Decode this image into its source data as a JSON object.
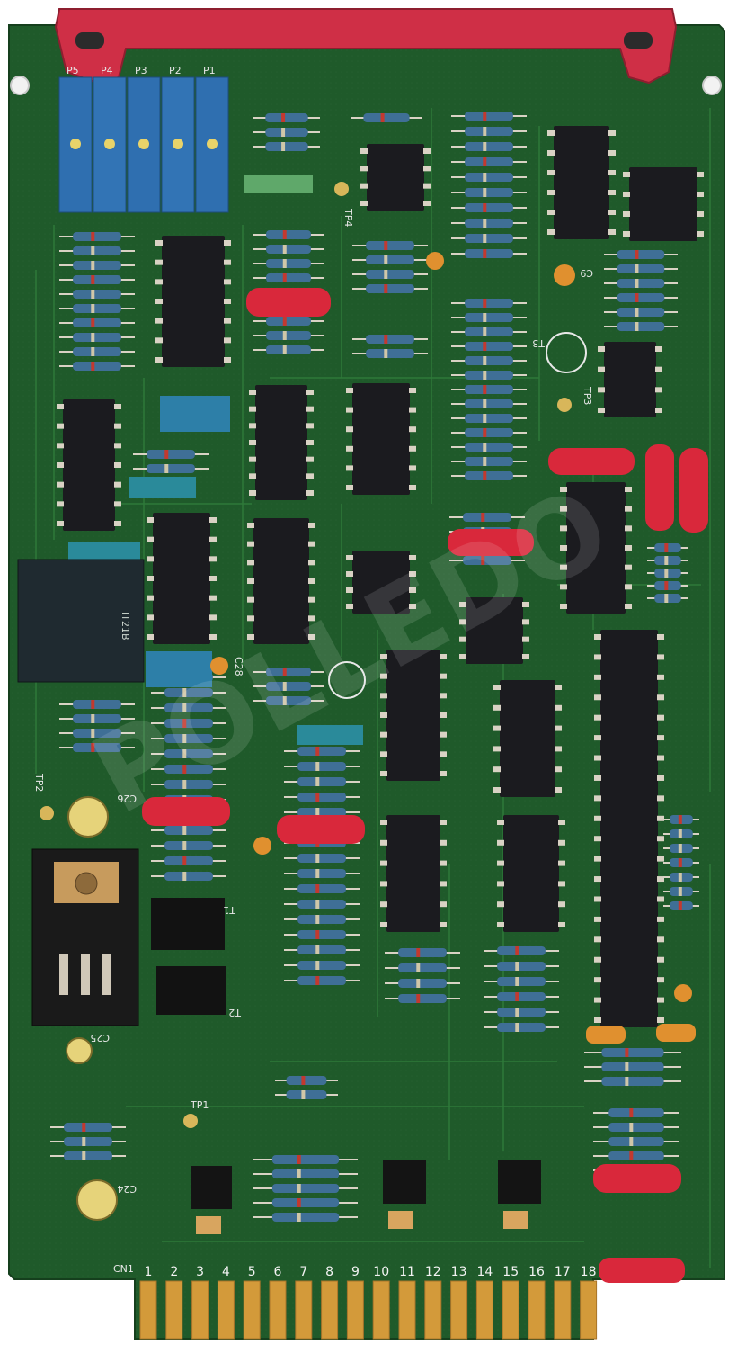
{
  "board": {
    "colors": {
      "pcb": "#1f5a2a",
      "pcb_dark": "#17461f",
      "trace": "#2f7a3a",
      "chip": "#1b1b1f",
      "pin": "#d9d2c4",
      "resistor": "#3f6f96",
      "capacitor_red": "#d9283b",
      "trimmer_blue": "#2f6fb0",
      "gold": "#d39a3a",
      "bracket": "#cf2f46"
    },
    "labels": {
      "connector": "CN1",
      "tp1": "TP1",
      "tp2": "TP2",
      "tp3": "TP3",
      "tp4": "TP4",
      "c24": "C24",
      "c25": "C25",
      "c26": "C26",
      "c28": "C28",
      "c9": "C9",
      "t1": "T1",
      "t2": "T2",
      "t3": "T3",
      "p1": "P1",
      "p2": "P2",
      "p3": "P3",
      "p4": "P4",
      "p5": "P5",
      "it21b": "IT21B"
    },
    "pins": [
      "1",
      "2",
      "3",
      "4",
      "5",
      "6",
      "7",
      "8",
      "9",
      "10",
      "11",
      "12",
      "13",
      "14",
      "15",
      "16",
      "17",
      "18"
    ],
    "watermark": "POLLEDO"
  }
}
